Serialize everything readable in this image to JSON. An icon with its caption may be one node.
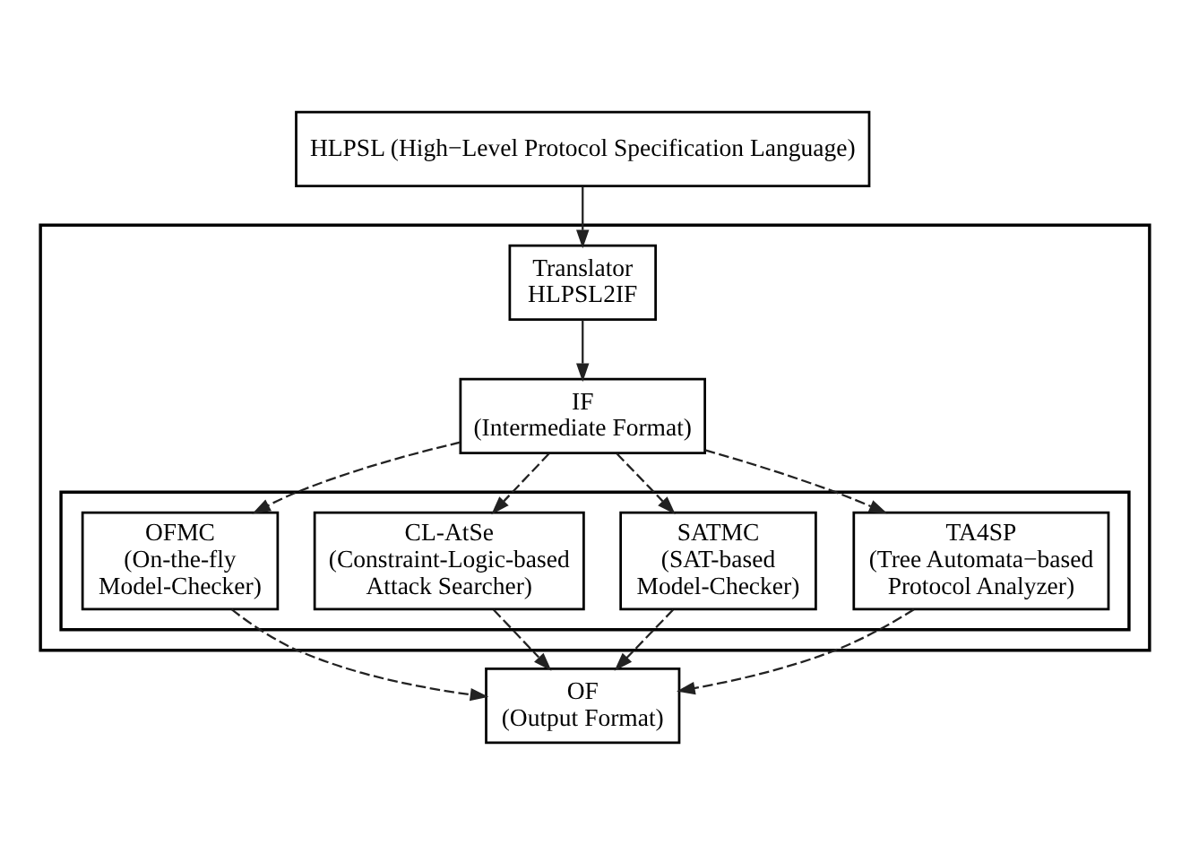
{
  "diagram": {
    "nodes": [
      {
        "text": [
          "HLPSL (High−Level Protocol Specification Language)"
        ]
      },
      {
        "text": [],
        "shape": "box"
      },
      {
        "text": [
          "Translator",
          "HLPSL2IF"
        ],
        "in": 1
      },
      {
        "text": [
          "IF",
          "(Intermediate Format)"
        ],
        "in": 1
      },
      {
        "text": [],
        "shape": "box",
        "in": 1
      },
      {
        "text": [
          "OFMC",
          "(On-the-fly Model-Checker)"
        ],
        "in": 4
      },
      {
        "text": [
          "CL-AtSe",
          "(Constraint-Logic-based Attack Searcher)"
        ],
        "in": 4
      },
      {
        "text": [
          "SATMC",
          "(SAT-based Model-Checker)"
        ],
        "in": 4
      },
      {
        "text": [
          "TA4SP",
          "(Tree Automata−based Protocol Analyzer)"
        ],
        "in": 4
      },
      {
        "text": [
          "OF",
          "(Output Format)"
        ]
      }
    ],
    "edges": [
      {
        "from": 0,
        "to": 2,
        "arrow": "to"
      },
      {
        "from": 2,
        "to": 3,
        "arrow": "to"
      },
      {
        "from": 3,
        "to": 5,
        "arrow": "to",
        "style": "dashed"
      },
      {
        "from": 3,
        "to": 6,
        "arrow": "to",
        "style": "dashed"
      },
      {
        "from": 3,
        "to": 7,
        "arrow": "to",
        "style": "dashed"
      },
      {
        "from": 3,
        "to": 8,
        "arrow": "to",
        "style": "dashed"
      },
      {
        "from": 5,
        "to": 9,
        "arrow": "to",
        "style": "dashed"
      },
      {
        "from": 6,
        "to": 9,
        "arrow": "to",
        "style": "dashed"
      },
      {
        "from": 7,
        "to": 9,
        "arrow": "to",
        "style": "dashed"
      },
      {
        "from": 8,
        "to": 9,
        "arrow": "to",
        "style": "dashed"
      }
    ]
  }
}
